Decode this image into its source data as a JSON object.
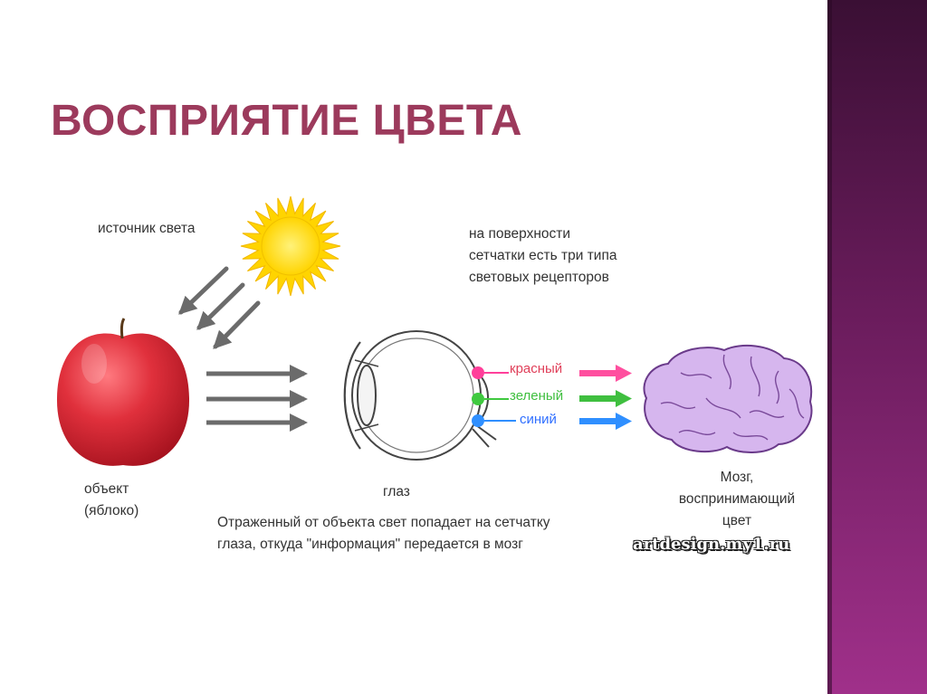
{
  "slide": {
    "title": "ВОСПРИЯТИЕ ЦВЕТА"
  },
  "diagram": {
    "light_source_label": "источник света",
    "retina_note": [
      "на поверхности",
      "сетчатки есть три типа",
      "световых рецепторов"
    ],
    "object_label": [
      "объект",
      "(яблоко)"
    ],
    "eye_label": "глаз",
    "brain_label": [
      "Мозг,",
      "воспринимающий",
      "цвет"
    ],
    "caption": [
      "Отраженный от объекта свет попадает на сетчатку",
      "глаза, откуда \"информация\" передается в мозг"
    ],
    "receptors": [
      {
        "label": "красный",
        "color": "#ff3f9a",
        "text_color": "#e0405a"
      },
      {
        "label": "зеленый",
        "color": "#3fc93f",
        "text_color": "#3fbf3f"
      },
      {
        "label": "синий",
        "color": "#2f8fff",
        "text_color": "#2f6fff"
      }
    ],
    "watermark": "artdesign.my1.ru"
  },
  "colors": {
    "title": "#9c3a5c",
    "sidebar": "#6a1c5c",
    "sun": "#ffd400",
    "apple": "#d8303e",
    "brain": "#d6b6ee"
  }
}
